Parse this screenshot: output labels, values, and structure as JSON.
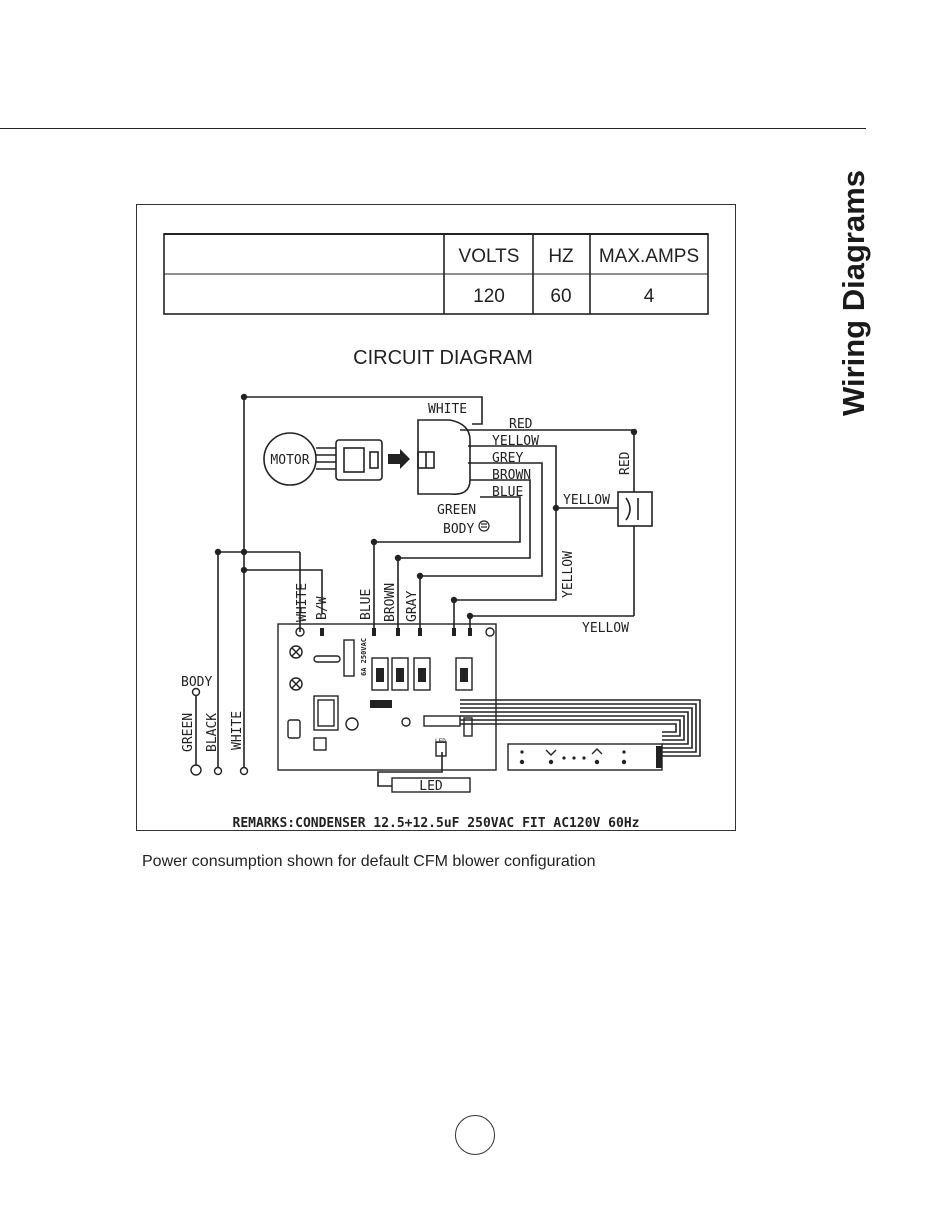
{
  "page": {
    "side_title": "Wiring Diagrams",
    "caption": "Power consumption shown for default CFM blower configuration"
  },
  "spec_table": {
    "headers": [
      "VOLTS",
      "HZ",
      "MAX.AMPS"
    ],
    "values": [
      "120",
      "60",
      "4"
    ]
  },
  "diagram": {
    "title": "CIRCUIT DIAGRAM",
    "motor_label": "MOTOR",
    "body_ground_label": "BODY",
    "remarks": "REMARKS:CONDENSER 12.5+12.5uF   250VAC FIT AC120V 60Hz",
    "led_label": "LED",
    "led_small": "LED",
    "fuse_label": "6A 250VAC",
    "wire_labels": {
      "white_top": "WHITE",
      "red_top": "RED",
      "yellow_top": "YELLOW",
      "grey_top": "GREY",
      "brown_top": "BROWN",
      "blue_top": "BLUE",
      "green": "GREEN",
      "red_vertical": "RED",
      "yellow_cap": "YELLOW",
      "yellow_vertical": "YELLOW",
      "yellow_bottom": "YELLOW",
      "white_board": "WHITE",
      "bw_board": "B/W",
      "blue_board": "BLUE",
      "brown_board": "BROWN",
      "gray_board": "GRAY",
      "green_terminal": "GREEN",
      "black_terminal": "BLACK",
      "white_terminal": "WHITE",
      "body_terminal": "BODY"
    }
  }
}
